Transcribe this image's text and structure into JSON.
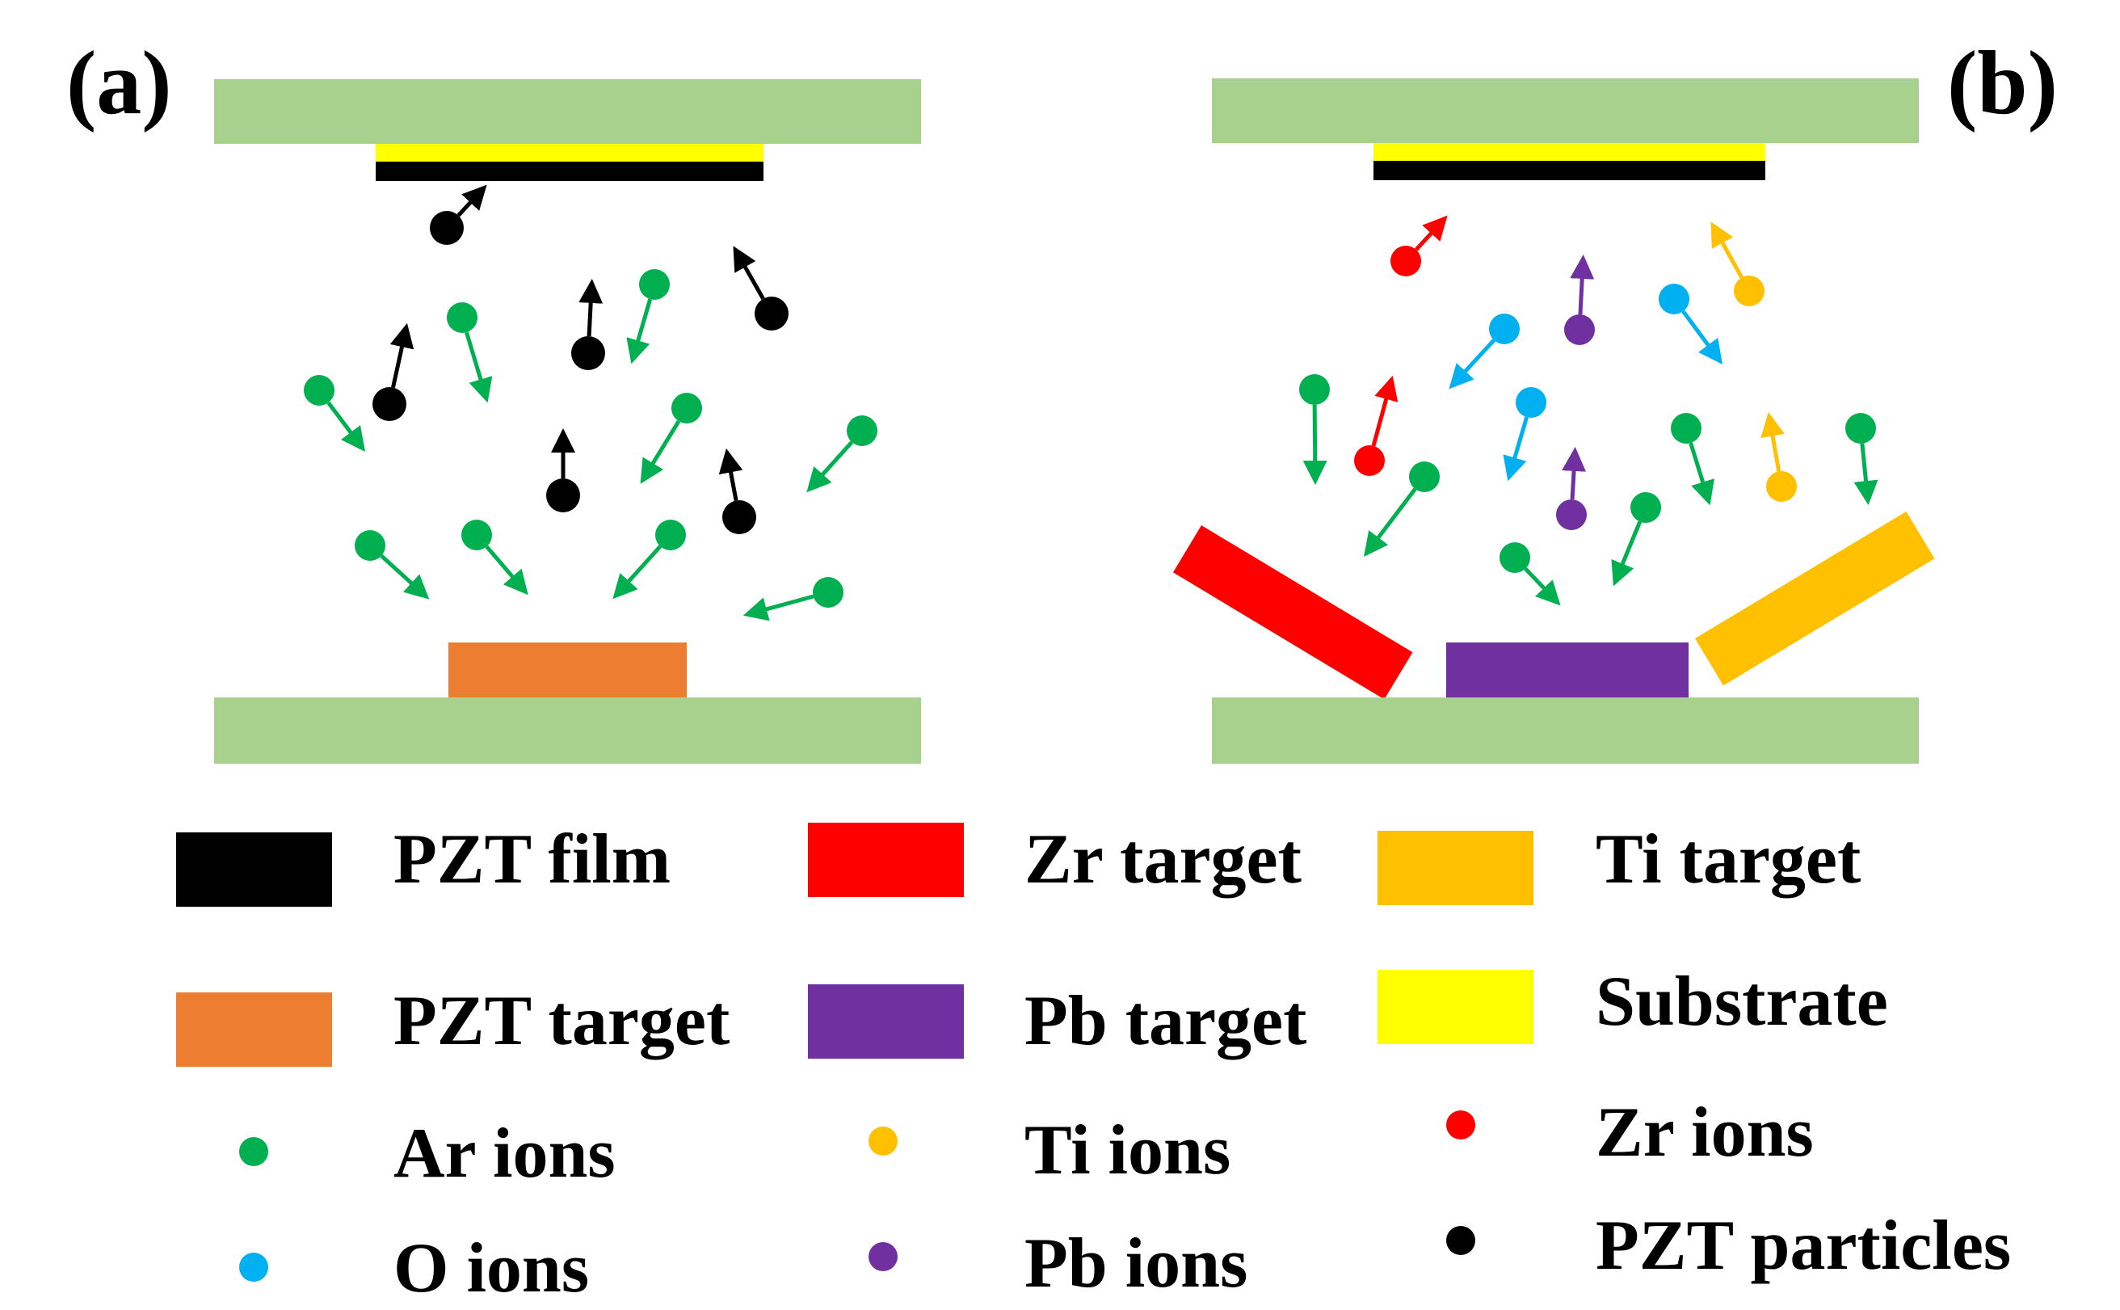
{
  "panels": {
    "a_label": "(a)",
    "b_label": "(b)"
  },
  "colors": {
    "electrode": "#a9d18e",
    "substrate": "#ffff00",
    "pzt_film": "#000000",
    "pzt_target": "#ed7d31",
    "zr_target": "#ff0000",
    "pb_target": "#7030a0",
    "ti_target": "#ffc000",
    "ar_ion": "#00b050",
    "o_ion": "#00b0f0",
    "ti_ion": "#ffc000",
    "pb_ion": "#7030a0",
    "zr_ion": "#ff0000",
    "pzt_particle": "#000000"
  },
  "legend": {
    "pzt_film": "PZT film",
    "pzt_target": "PZT target",
    "ar_ions": "Ar ions",
    "o_ions": "O ions",
    "zr_target": "Zr target",
    "pb_target": "Pb target",
    "ti_ions": "Ti ions",
    "pb_ions": "Pb ions",
    "ti_target": "Ti target",
    "substrate": "Substrate",
    "zr_ions": "Zr ions",
    "pzt_particles": "PZT particles"
  }
}
